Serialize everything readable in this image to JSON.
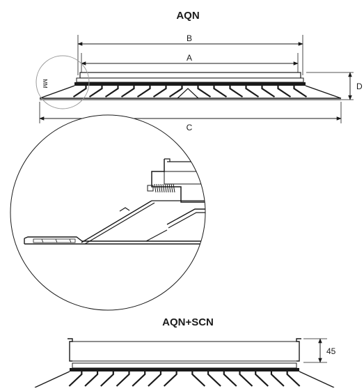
{
  "top_view": {
    "title": "AQN",
    "dimensions": {
      "a": "A",
      "b": "B",
      "c": "C",
      "d": "D"
    },
    "callout_marker": "MM"
  },
  "bottom_view": {
    "title": "AQN+SCN",
    "height_label": "45"
  },
  "colors": {
    "line": "#1a1a1a",
    "fill": "#ffffff",
    "hatch": "#cccccc"
  }
}
